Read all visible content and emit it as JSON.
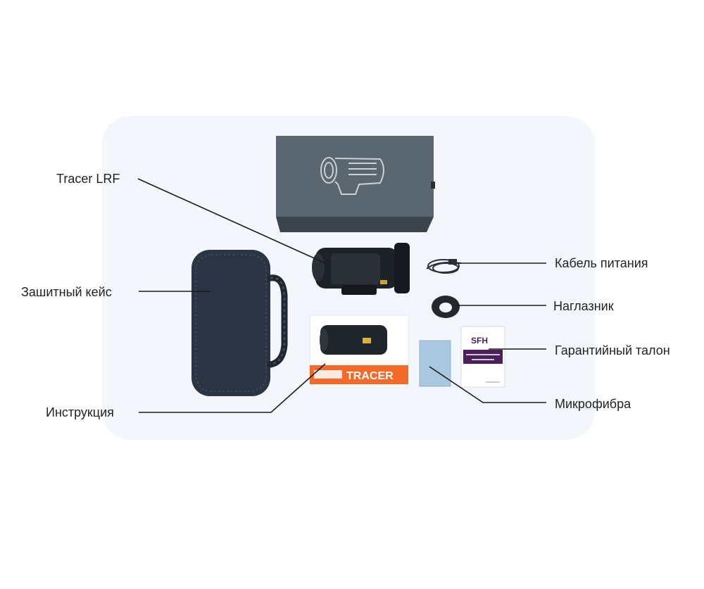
{
  "labels": {
    "tracer_lrf": "Tracer LRF",
    "case": "Зашитный кейс",
    "manual": "Инструкция",
    "power_cable": "Кабель питания",
    "eyecup": "Наглазник",
    "warranty": "Гарантийный талон",
    "microfiber": "Микрофибра"
  },
  "product_texts": {
    "manual_brand": "TRACER",
    "warranty_logo": "SFH"
  },
  "colors": {
    "background": "#ffffff",
    "photo_backdrop": "#f3f6fa",
    "box": "#5a6670",
    "device": "#1d2227",
    "case": "#2b3442",
    "manual_orange": "#f26b2a",
    "microfiber": "#a9c7df",
    "warranty_purple": "#4a1f5a",
    "leader_line": "#1a1a1a"
  }
}
